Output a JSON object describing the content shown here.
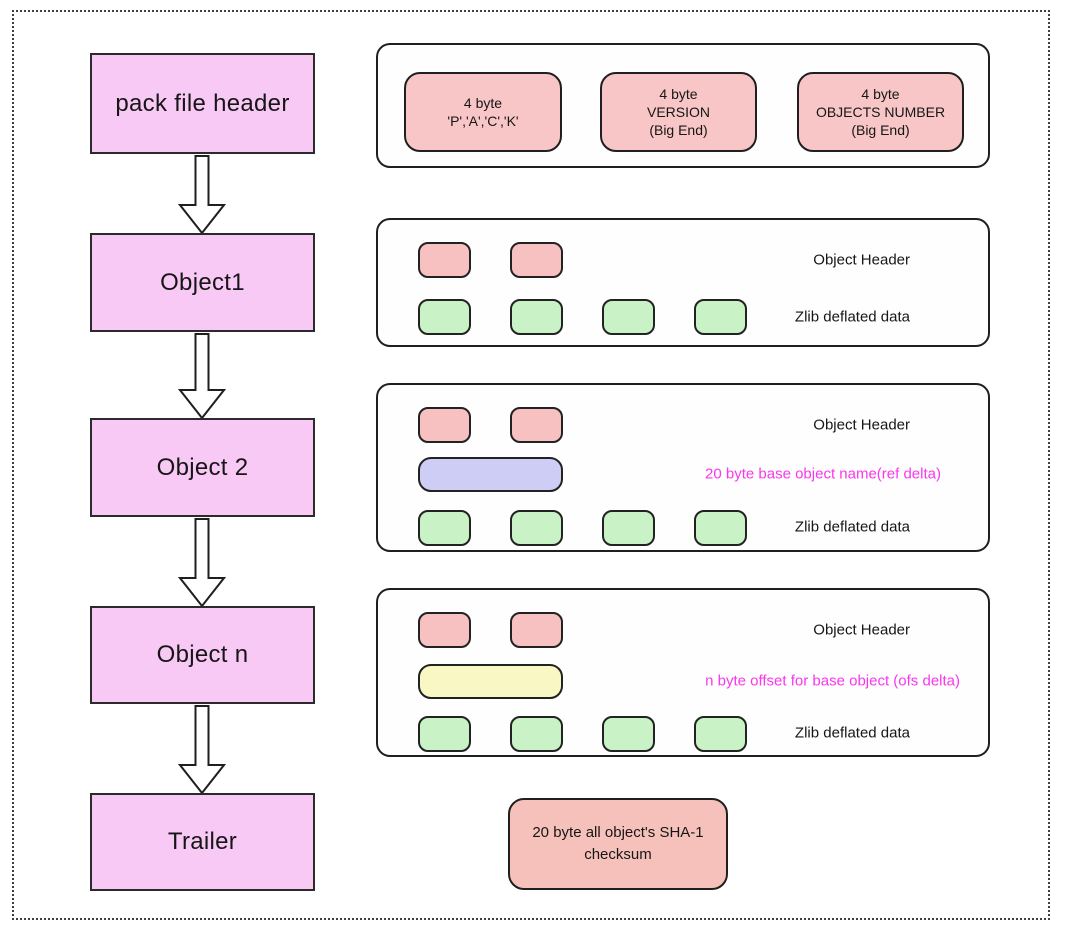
{
  "flow": {
    "nodes": [
      {
        "label": "pack file header"
      },
      {
        "label": "Object1"
      },
      {
        "label": "Object 2"
      },
      {
        "label": "Object n"
      },
      {
        "label": "Trailer"
      }
    ]
  },
  "header_panel": {
    "cells": [
      {
        "text": "4 byte\n'P','A','C','K'"
      },
      {
        "text": "4 byte\nVERSION\n(Big End)"
      },
      {
        "text": "4 byte\nOBJECTS NUMBER\n(Big End)"
      }
    ]
  },
  "object1_panel": {
    "rows": [
      {
        "chips": 2,
        "chip_color": "pink",
        "label": "Object Header"
      },
      {
        "chips": 4,
        "chip_color": "green",
        "label": "Zlib deflated data"
      }
    ]
  },
  "object2_panel": {
    "rows": [
      {
        "chips": 2,
        "chip_color": "pink",
        "label": "Object Header"
      },
      {
        "chips": 1,
        "chip_color": "purple",
        "label": "20 byte base object name(ref delta)",
        "label_color": "#fa37ee"
      },
      {
        "chips": 4,
        "chip_color": "green",
        "label": "Zlib deflated data"
      }
    ]
  },
  "objectn_panel": {
    "rows": [
      {
        "chips": 2,
        "chip_color": "pink",
        "label": "Object Header"
      },
      {
        "chips": 1,
        "chip_color": "yellow",
        "label": "n byte offset for base object (ofs delta)",
        "label_color": "#fa37ee"
      },
      {
        "chips": 4,
        "chip_color": "green",
        "label": "Zlib deflated data"
      }
    ]
  },
  "trailer_panel": {
    "text": "20 byte all object's SHA-1\nchecksum"
  },
  "colors": {
    "flow_node_fill": "#f9c9f6",
    "pink_chip_fill": "#f7c1c1",
    "green_chip_fill": "#c9f3c6",
    "purple_bar_fill": "#cdcdf6",
    "yellow_bar_fill": "#f9f8c4",
    "trailer_chip_fill": "#f7c1bb",
    "delta_text_color": "#fa37ee",
    "outline_color": "#1f1f1f"
  }
}
